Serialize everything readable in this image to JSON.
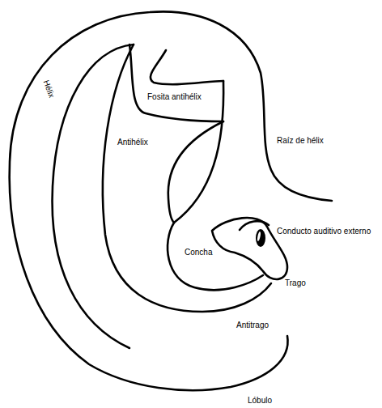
{
  "diagram": {
    "labels": [
      "Hélix",
      "Fosita antihélix",
      "Antihélix",
      "Raíz de hélix",
      "Conducto auditivo externo",
      "Concha",
      "Trago",
      "Antitrago",
      "Lóbulo"
    ]
  }
}
